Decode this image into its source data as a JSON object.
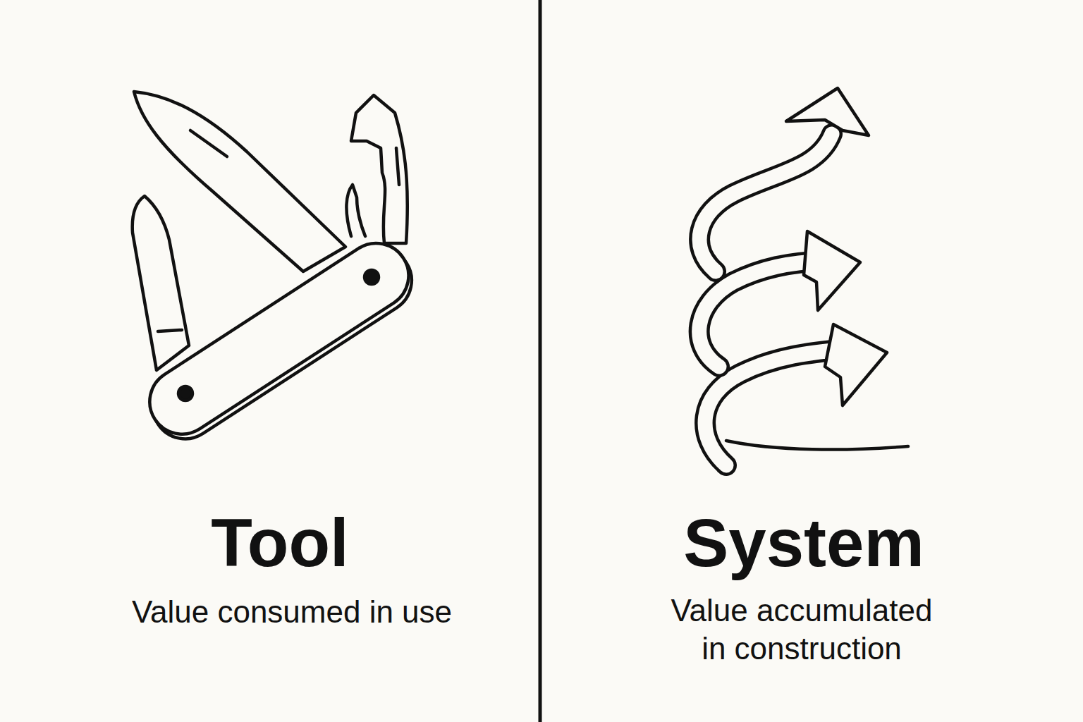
{
  "diagram": {
    "labels": [
      "Tool",
      "Value consumed in use",
      "System",
      "Value accumulated in construction"
    ]
  }
}
